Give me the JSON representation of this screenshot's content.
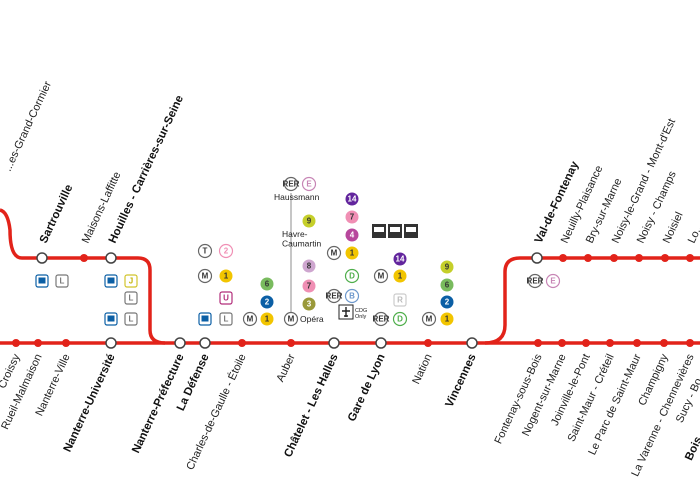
{
  "colors": {
    "line": "#e2231a",
    "m1": "#f2c500",
    "m2": "#0b5fa5",
    "m3": "#9a993a",
    "m4": "#b7479c",
    "m6": "#79bb5e",
    "m7": "#f08fb4",
    "m8": "#cea6cf",
    "m9": "#c5cf2a",
    "m14": "#62259d",
    "rerE": "#c785b5",
    "rerD": "#4fae4b",
    "rerB": "#6d98cc",
    "rerJ": "#d1c42c",
    "tramU": "#b22d7a"
  },
  "north_stations": {
    "left_cut": "...es-Grand-Cormier",
    "sartrouville": "Sartrouville",
    "maisons_laffitte": "Maisons-Laffitte",
    "houilles": "Houilles - Carrières-sur-Seine",
    "val_de_fontenay": "Val-de-Fontenay",
    "neuilly_plaisance": "Neuilly-Plaisance",
    "bry_sur_marne": "Bry-sur-Marne",
    "noisy_le_grand": "Noisy-le-Grand - Mont-d'Est",
    "noisy_champs": "Noisy - Champs",
    "noisiel": "Noisiel",
    "lognes_cut": "Lo..."
  },
  "south_stations": {
    "croissy": "Croissy",
    "rueil": "Rueil-Malmaison",
    "nanterre_ville": "Nanterre-Ville",
    "nanterre_universite": "Nanterre-Université",
    "nanterre_prefecture": "Nanterre-Préfecture",
    "la_defense": "La Défense",
    "charles_de_gaulle": "Charles-de-Gaulle - Étoile",
    "auber": "Auber",
    "chatelet": "Châtelet - Les Halles",
    "gare_de_lyon": "Gare de Lyon",
    "nation": "Nation",
    "vincennes": "Vincennes",
    "fontenay": "Fontenay-sous-Bois",
    "nogent": "Nogent-sur-Marne",
    "joinville": "Joinville-le-Pont",
    "saint_maur": "Saint-Maur - Créteil",
    "parc_saint_maur": "Le Parc de Saint-Maur",
    "champigny": "Champigny",
    "varenne": "La Varenne - Chennevières",
    "sucy": "Sucy - Bo...",
    "boissy_cut": "Bois..."
  },
  "branch_labels": {
    "haussmann": "Haussmann",
    "havre_caumartin": "Havre-\nCaumartin",
    "opera": "Opéra",
    "cdg_only": "CDG\nOnly"
  },
  "badges": {
    "m1": "1",
    "m2": "2",
    "m3": "3",
    "m4": "4",
    "m6": "6",
    "m7": "7",
    "m8": "8",
    "m9": "9",
    "m14": "14",
    "metro": "M",
    "tram": "T",
    "t2": "2",
    "rer": "RER",
    "e": "E",
    "d": "D",
    "b": "B",
    "j": "J",
    "l": "L",
    "u": "U",
    "r": "R"
  }
}
